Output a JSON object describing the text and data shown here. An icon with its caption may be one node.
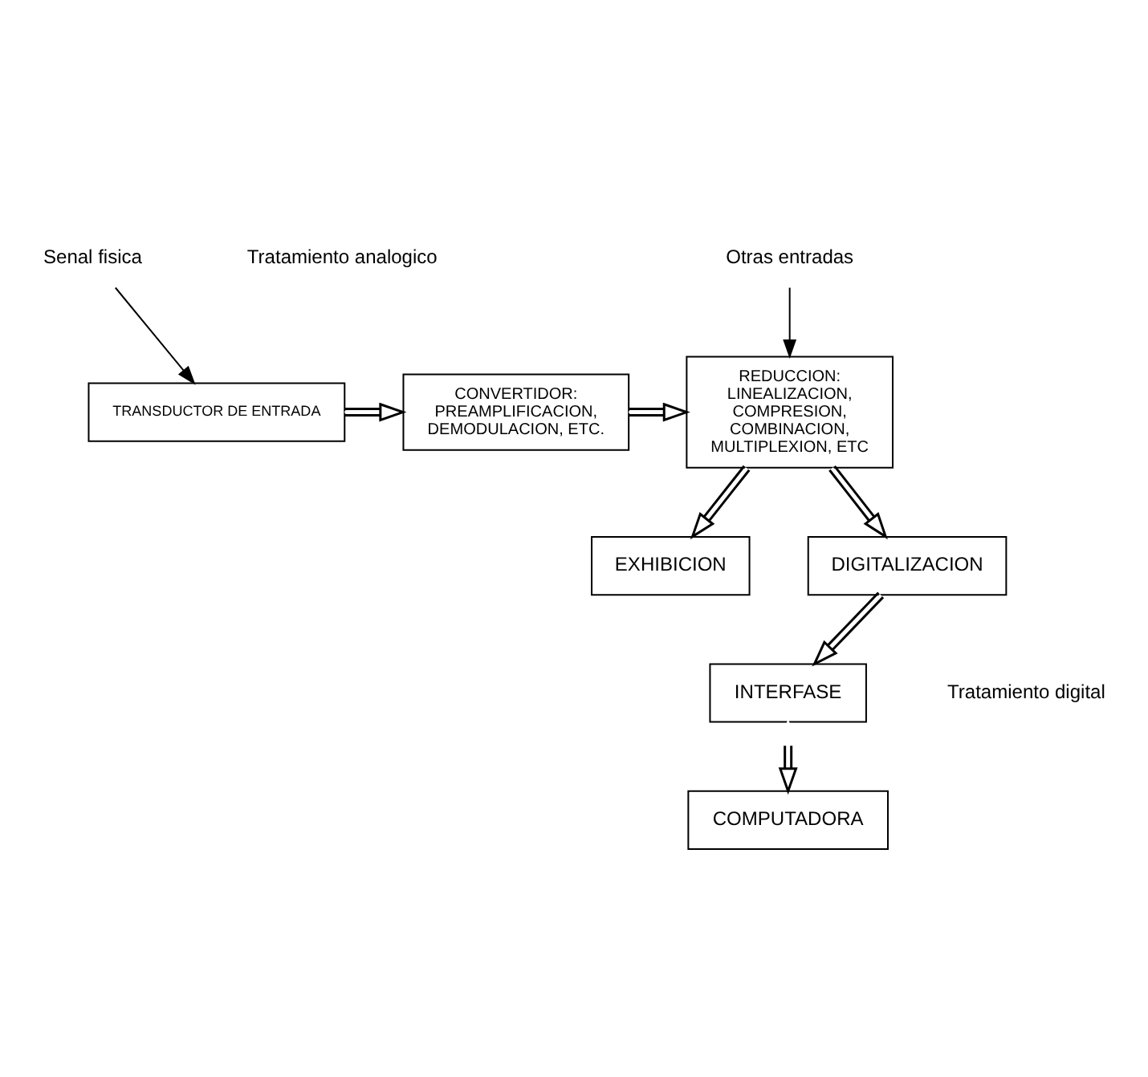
{
  "diagram": {
    "nodes": [
      {
        "text": [
          "TRANSDUCTOR DE ENTRADA"
        ]
      },
      {
        "text": [
          "CONVERTIDOR: PREAMPLIFICACION, DEMODULACION, ETC."
        ]
      },
      {
        "text": [
          "REDUCCION: LINEALIZACION, COMPRESION, COMBINACION, MULTIPLEXION, ETC"
        ]
      },
      {
        "text": [
          "EXHIBICION"
        ]
      },
      {
        "text": [
          "DIGITALIZACION"
        ]
      },
      {
        "text": [
          "INTERFASE"
        ]
      },
      {
        "text": [
          "COMPUTADORA"
        ]
      },
      {
        "text": [
          "Senal fisica"
        ]
      },
      {
        "text": [
          "Otras entradas"
        ]
      }
    ],
    "edges": [
      {
        "from": 7,
        "to": 0,
        "arrow": "to"
      },
      {
        "from": 0,
        "to": 1,
        "arrow": "to"
      },
      {
        "from": 1,
        "to": 2,
        "arrow": "to"
      },
      {
        "from": 8,
        "to": 2,
        "arrow": "to"
      },
      {
        "from": 2,
        "to": 3,
        "arrow": "to"
      },
      {
        "from": 2,
        "to": 4,
        "arrow": "to"
      },
      {
        "from": 4,
        "to": 5,
        "arrow": "to"
      },
      {
        "from": 5,
        "to": 6,
        "arrow": "both"
      }
    ],
    "labels": [
      "Tratamiento analogico",
      "Tratamiento digital"
    ]
  }
}
